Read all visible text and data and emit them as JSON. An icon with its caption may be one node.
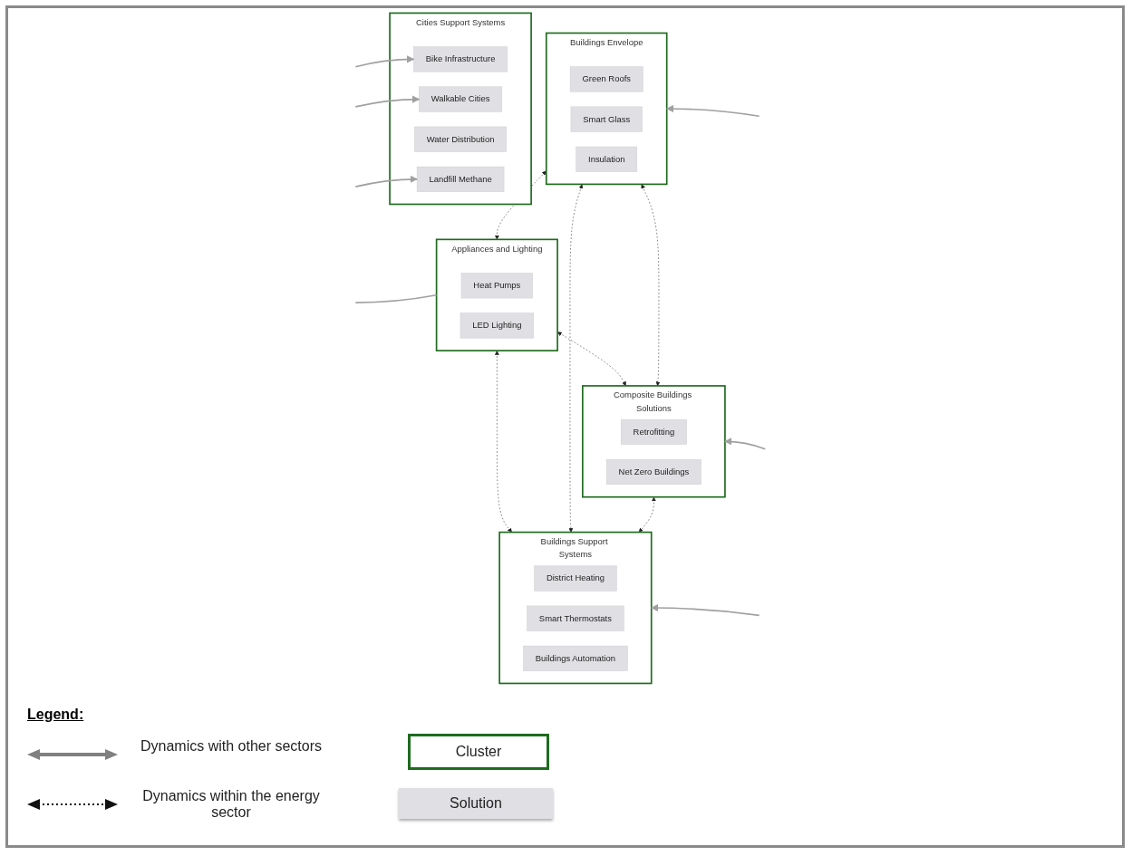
{
  "diagram": {
    "nodes": [
      {
        "text": [
          "Buildings Envelope"
        ]
      },
      {
        "text": [
          "Green Roofs"
        ],
        "in": 0
      },
      {
        "text": [
          "Smart Glass"
        ],
        "in": 0
      },
      {
        "text": [
          "Insulation"
        ],
        "in": 0
      },
      {
        "text": [
          "Appliances and Lighting"
        ]
      },
      {
        "text": [
          "Heat Pumps"
        ],
        "in": 4
      },
      {
        "text": [
          "LED Lighting"
        ],
        "in": 4
      },
      {
        "text": [
          "Composite Buildings Solutions"
        ]
      },
      {
        "text": [
          "Retrofitting"
        ],
        "in": 7
      },
      {
        "text": [
          "Net Zero Buildings"
        ],
        "in": 7
      },
      {
        "text": [
          "Cities Support Systems"
        ]
      },
      {
        "text": [
          "Bike Infrastructure"
        ],
        "in": 10
      },
      {
        "text": [
          "Walkable Cities"
        ],
        "in": 10
      },
      {
        "text": [
          "Water Distribution"
        ],
        "in": 10
      },
      {
        "text": [
          "Landfill Methane"
        ],
        "in": 10
      },
      {
        "text": [
          "Buildings Support Systems"
        ]
      },
      {
        "text": [
          "District Heating"
        ],
        "in": 15
      },
      {
        "text": [
          "Smart Thermostats"
        ],
        "in": 15
      },
      {
        "text": [
          "Buildings Automation"
        ],
        "in": 15
      }
    ],
    "edges": [
      {
        "from": null,
        "to": 0,
        "arrow": "to",
        "color": "#a0a0a0"
      },
      {
        "from": 0,
        "to": 4,
        "arrow": "both",
        "style": "dashed",
        "color": "#222222"
      },
      {
        "from": 4,
        "to": null,
        "arrow": "none",
        "color": "#a0a0a0"
      },
      {
        "from": 4,
        "to": 7,
        "arrow": "both",
        "style": "dashed",
        "color": "#222222"
      },
      {
        "from": 4,
        "to": 15,
        "arrow": "both",
        "style": "dashed",
        "color": "#222222"
      },
      {
        "from": 0,
        "to": 7,
        "arrow": "both",
        "style": "dashed",
        "color": "#222222"
      },
      {
        "from": null,
        "to": 7,
        "arrow": "to",
        "color": "#a0a0a0"
      },
      {
        "from": 0,
        "to": 15,
        "arrow": "both",
        "style": "dashed",
        "color": "#222222"
      },
      {
        "from": null,
        "to": 11,
        "arrow": "to",
        "color": "#a0a0a0"
      },
      {
        "from": null,
        "to": 12,
        "arrow": "to",
        "color": "#a0a0a0"
      },
      {
        "from": 7,
        "to": 15,
        "arrow": "both",
        "style": "dashed",
        "color": "#222222"
      },
      {
        "from": null,
        "to": 14,
        "arrow": "to",
        "color": "#a0a0a0"
      },
      {
        "from": null,
        "to": 15,
        "arrow": "to",
        "color": "#a0a0a0"
      }
    ],
    "labels": [
      "Legend:"
    ],
    "legend": [
      {
        "text": "Dynamics with other sectors"
      },
      {
        "text": "Dynamics within the energy sector"
      },
      {
        "text": "Cluster"
      },
      {
        "text": "Solution",
        "color": "#e0e0e4"
      }
    ]
  }
}
